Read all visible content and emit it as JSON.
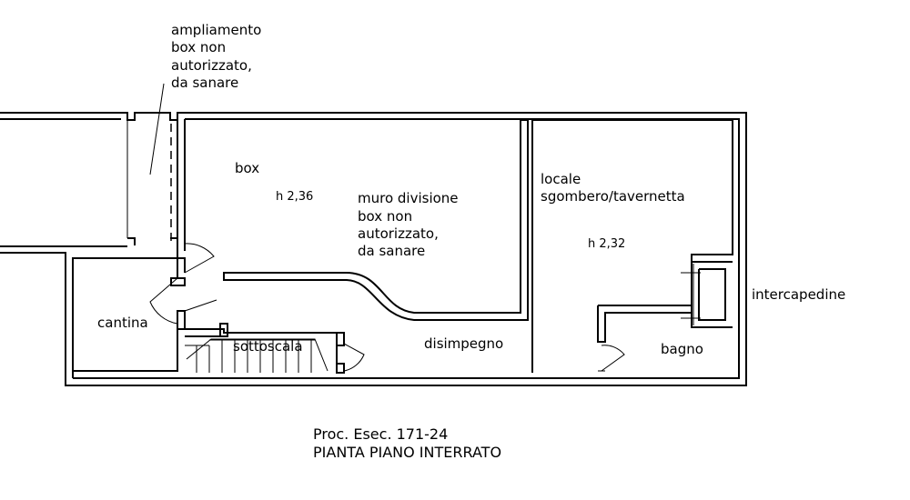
{
  "notes": {
    "ampliamento": [
      "ampliamento",
      "box non",
      "autorizzato,",
      "da sanare"
    ],
    "muro": [
      "muro divisione",
      "box non",
      "autorizzato,",
      "da sanare"
    ]
  },
  "rooms": {
    "box": "box",
    "box_height": "h 2,36",
    "locale": [
      "locale",
      "sgombero/tavernetta"
    ],
    "locale_height": "h 2,32",
    "intercapedine": "intercapedine",
    "cantina": "cantina",
    "sottoscala": "sottoscala",
    "disimpegno": "disimpegno",
    "bagno": "bagno"
  },
  "caption": {
    "line1": "Proc. Esec. 171-24",
    "line2": "PIANTA PIANO INTERRATO"
  }
}
